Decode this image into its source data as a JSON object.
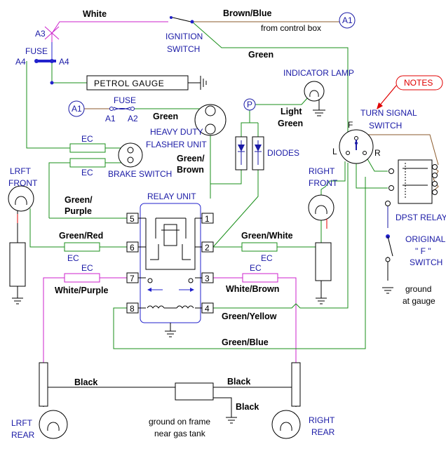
{
  "labels": {
    "white": "White",
    "brown_blue": "Brown/Blue",
    "from_control_box": "from control box",
    "a3": "A3",
    "a4_left": "A4",
    "a4_right": "A4",
    "fuse_top": "FUSE",
    "ignition": "IGNITION",
    "switch_word": "SWITCH",
    "green_top": "Green",
    "petrol_gauge": "PETROL GAUGE",
    "indicator_lamp": "INDICATOR LAMP",
    "notes": "NOTES",
    "fuse_mid": "FUSE",
    "a1_mid": "A1",
    "a2_mid": "A2",
    "a1_bubble": "A1",
    "a1_bubble_top": "A1",
    "green_flasher": "Green",
    "heavy_duty": "HEAVY DUTY",
    "flasher_unit": "FLASHER UNIT",
    "p_badge": "P",
    "light": "Light",
    "green_lg": "Green",
    "turn_signal": "TURN SIGNAL",
    "switch_ts": "SWITCH",
    "f_letter": "F",
    "l_letter": "L",
    "r_letter": "R",
    "ec1": "EC",
    "ec2": "EC",
    "brake_switch": "BRAKE SWITCH",
    "green_slash": "Green/",
    "brown": "Brown",
    "diodes": "DIODES",
    "lrft": "LRFT",
    "front_left": "FRONT",
    "right": "RIGHT",
    "front_right": "FRONT",
    "relay_unit": "RELAY UNIT",
    "green_slash2": "Green/",
    "purple": "Purple",
    "green_red": "Green/Red",
    "green_white": "Green/White",
    "ec_gr": "EC",
    "ec_gw": "EC",
    "ec_wp": "EC",
    "ec_wb": "EC",
    "white_purple": "White/Purple",
    "white_brown": "White/Brown",
    "green_yellow": "Green/Yellow",
    "green_blue": "Green/Blue",
    "dpst_relay": "DPST RELAY",
    "original": "ORIGINAL",
    "f_quote": "\" F \"",
    "switch_f": "SWITCH",
    "ground_at": "ground",
    "at_gauge": "at gauge",
    "black_left": "Black",
    "black_right": "Black",
    "black_down": "Black",
    "ground_frame": "ground on frame",
    "near_tank": "near gas tank",
    "lrft_rear": "LRFT",
    "rear_left": "REAR",
    "right_rear": "RIGHT",
    "rear_right": "REAR",
    "t1": "1",
    "t2": "2",
    "t3": "3",
    "t4": "4",
    "t5": "5",
    "t6": "6",
    "t7": "7",
    "t8": "8"
  },
  "colors": {
    "wire_green": "#1a8f1a",
    "wire_purple": "#cc22cc",
    "wire_brown": "#8b5a2b",
    "wire_blue": "#2222cc",
    "label_blue": "#1a1aa6",
    "notes_red": "#e00000"
  }
}
